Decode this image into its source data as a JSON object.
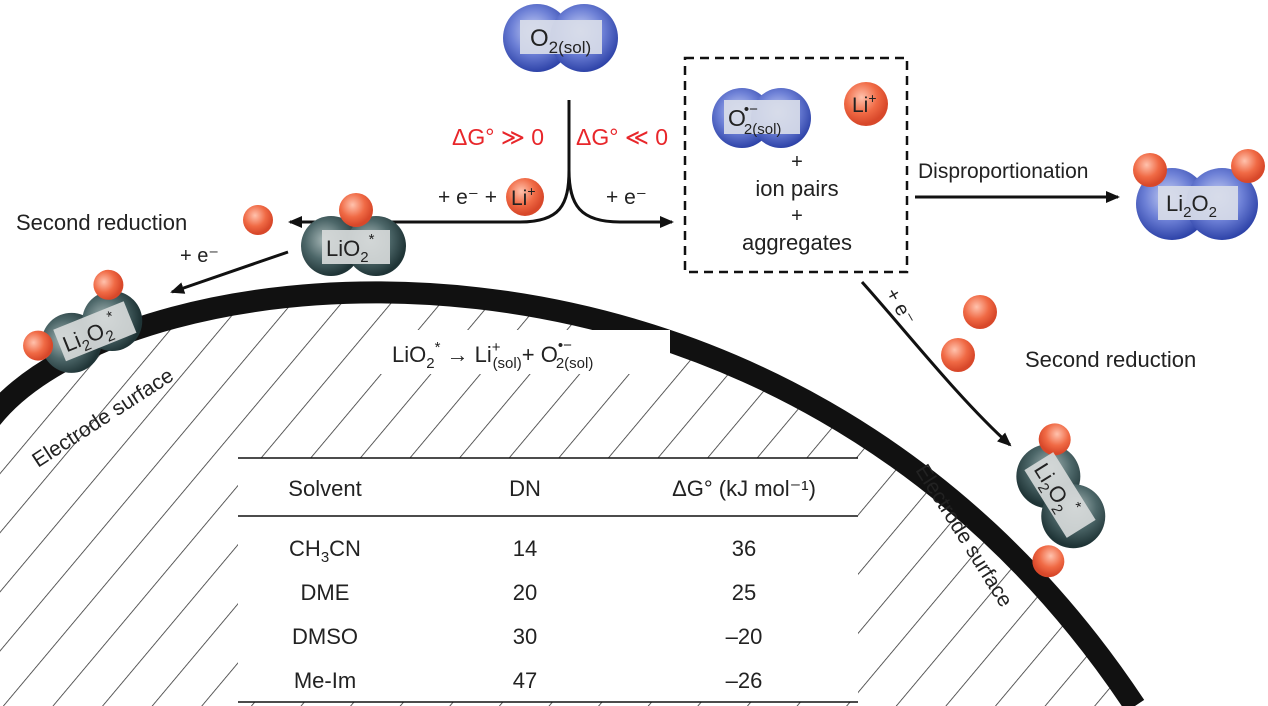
{
  "o2_sol": {
    "main": "O",
    "sub": "2(sol)"
  },
  "dg_positive": "ΔG° ≫ 0",
  "dg_negative": "ΔG° ≪ 0",
  "left_pathway": {
    "e": "+ e⁻ +",
    "li": "Li",
    "li_sup": "+"
  },
  "right_pathway": "+ e⁻",
  "box": {
    "superoxide_main": "O",
    "superoxide_sup": "•−",
    "superoxide_sub": "2(sol)",
    "li_main": "Li",
    "li_sup": "+",
    "plus1": "+",
    "ion_pairs": "ion pairs",
    "plus2": "+",
    "aggregates": "aggregates"
  },
  "disproportionation": "Disproportionation",
  "li2o2_product": {
    "a": "Li",
    "b": "2",
    "c": "O",
    "d": "2"
  },
  "second_reduction_left": "Second reduction",
  "second_reduction_right": "Second reduction",
  "plus_e_left": "+ e⁻",
  "plus_e_right": "+ e⁻",
  "lio2_star": {
    "a": "LiO",
    "b": "2",
    "c": "*"
  },
  "li2o2_star_left": {
    "a": "Li",
    "b": "2",
    "c": "O",
    "d": "2",
    "e": "*"
  },
  "li2o2_star_right": {
    "a": "Li",
    "b": "2",
    "c": "O",
    "d": "2",
    "e": "*"
  },
  "electrode_surface_left": "Electrode surface",
  "electrode_surface_right": "Electrode surface",
  "equation": {
    "p1": "LiO",
    "p1sub": "2",
    "p1sup": "*",
    "arrow": " → Li",
    "p2sup": "+",
    "p2sub": "(sol)",
    "plus": "+ O",
    "p3sup": "•−",
    "p3sub": "2(sol)"
  },
  "table": {
    "headers": [
      "Solvent",
      "DN",
      "ΔG° (kJ mol⁻¹)"
    ],
    "rows": [
      [
        "CH3CN",
        "14",
        "36"
      ],
      [
        "DME",
        "20",
        "25"
      ],
      [
        "DMSO",
        "30",
        "–20"
      ],
      [
        "Me-Im",
        "47",
        "–26"
      ]
    ],
    "row0_solvent": {
      "a": "CH",
      "b": "3",
      "c": "CN"
    }
  },
  "colors": {
    "oxygen": "#3f57b8",
    "lithium": "#ef5e3e",
    "adsorbed": "#2f4a4c",
    "red_text": "#e8262a",
    "electrode": "#111111"
  }
}
